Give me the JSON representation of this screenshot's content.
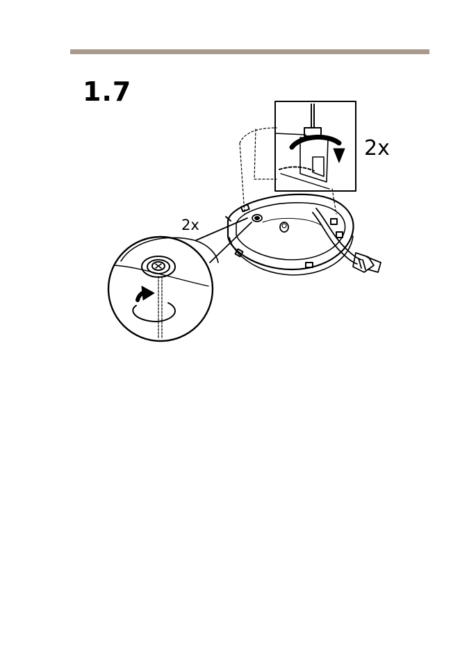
{
  "page": {
    "step_number": "1.7",
    "callout_detail_count": "2x",
    "callout_screw_count": "2x",
    "rule_color": "#a89a8c"
  },
  "illustration": {
    "icons": [
      "mounting-ring-icon",
      "cable-icon",
      "rotate-arrow-icon",
      "screwdriver-icon",
      "detail-inset-icon"
    ]
  }
}
